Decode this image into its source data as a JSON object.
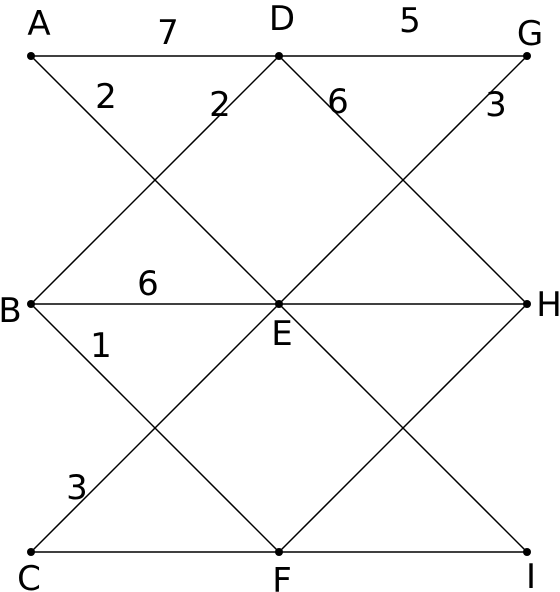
{
  "graph": {
    "nodes": [
      {
        "id": "A",
        "label": "A"
      },
      {
        "id": "D",
        "label": "D"
      },
      {
        "id": "G",
        "label": "G"
      },
      {
        "id": "B",
        "label": "B"
      },
      {
        "id": "E",
        "label": "E"
      },
      {
        "id": "H",
        "label": "H"
      },
      {
        "id": "C",
        "label": "C"
      },
      {
        "id": "F",
        "label": "F"
      },
      {
        "id": "I",
        "label": "I"
      }
    ],
    "edges": [
      {
        "from": "A",
        "to": "D",
        "weight": "7"
      },
      {
        "from": "D",
        "to": "G",
        "weight": "5"
      },
      {
        "from": "A",
        "to": "E",
        "weight": "2"
      },
      {
        "from": "D",
        "to": "B",
        "weight": "2"
      },
      {
        "from": "D",
        "to": "H",
        "weight": "6"
      },
      {
        "from": "G",
        "to": "E",
        "weight": "3"
      },
      {
        "from": "B",
        "to": "E",
        "weight": "6"
      },
      {
        "from": "E",
        "to": "H",
        "weight": ""
      },
      {
        "from": "B",
        "to": "F",
        "weight": "1"
      },
      {
        "from": "E",
        "to": "C",
        "weight": "3"
      },
      {
        "from": "E",
        "to": "I",
        "weight": ""
      },
      {
        "from": "H",
        "to": "F",
        "weight": ""
      },
      {
        "from": "C",
        "to": "F",
        "weight": ""
      },
      {
        "from": "F",
        "to": "I",
        "weight": ""
      }
    ]
  }
}
